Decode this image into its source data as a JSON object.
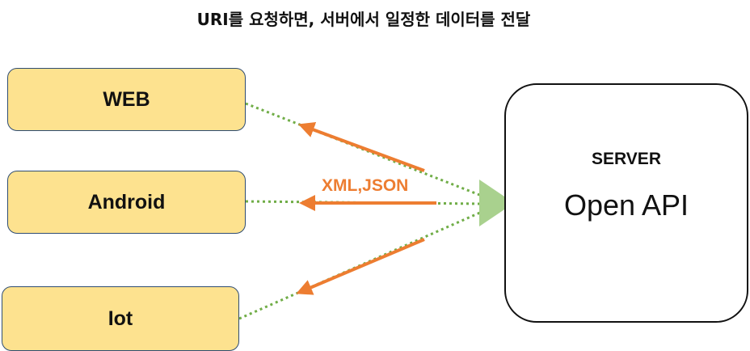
{
  "title": "URI를 요청하면, 서버에서  일정한 데이터를 전달",
  "clients": [
    {
      "label": "WEB"
    },
    {
      "label": "Android"
    },
    {
      "label": "Iot"
    }
  ],
  "server": {
    "label": "SERVER",
    "name": "Open API"
  },
  "format_label": "XML,JSON",
  "colors": {
    "client_fill": "#fde28f",
    "client_border": "#2f4d73",
    "arrow": "#ed7d31",
    "dotted_line": "#70ad47",
    "triangle": "#a9d18e"
  }
}
